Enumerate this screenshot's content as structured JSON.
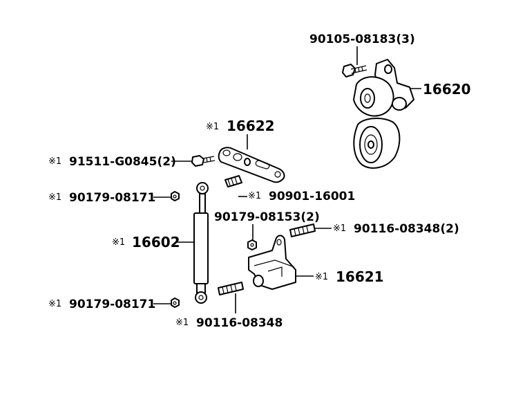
{
  "parts": {
    "p16620": {
      "mark": "",
      "number": "16620"
    },
    "p90105": {
      "mark": "",
      "number": "90105-08183(3)"
    },
    "p16622": {
      "mark": "※1",
      "number": "16622"
    },
    "p91511": {
      "mark": "※1",
      "number": "91511-G0845(2)"
    },
    "p90901": {
      "mark": "※1",
      "number": "90901-16001"
    },
    "p90179a": {
      "mark": "※1",
      "number": "90179-08171"
    },
    "p90179_08153": {
      "mark": "",
      "number": "90179-08153(2)"
    },
    "p90116a": {
      "mark": "※1",
      "number": "90116-08348(2)"
    },
    "p16602": {
      "mark": "※1",
      "number": "16602"
    },
    "p16621": {
      "mark": "※1",
      "number": "16621"
    },
    "p90179b": {
      "mark": "※1",
      "number": "90179-08171"
    },
    "p90116b": {
      "mark": "※1",
      "number": "90116-08348"
    }
  }
}
